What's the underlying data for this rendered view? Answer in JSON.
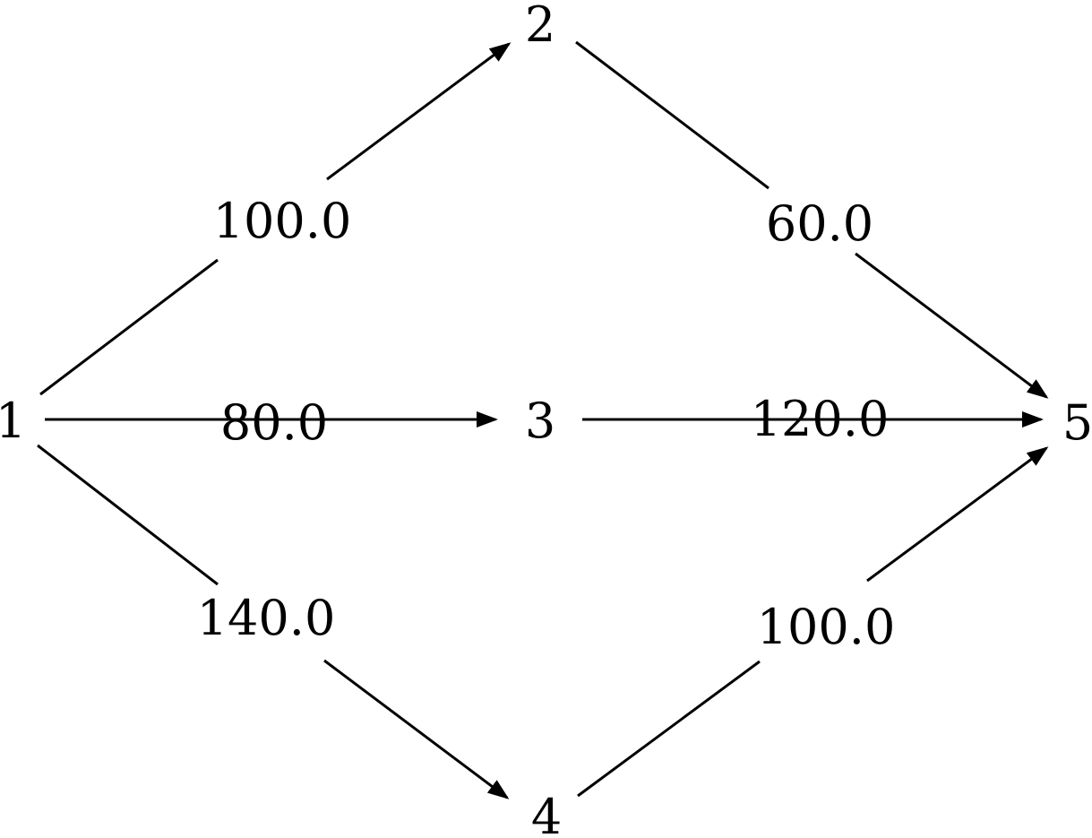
{
  "nodes": {
    "n1": "1",
    "n2": "2",
    "n3": "3",
    "n4": "4",
    "n5": "5"
  },
  "edges": {
    "e12": {
      "from": "1",
      "to": "2",
      "weight": "100.0"
    },
    "e25": {
      "from": "2",
      "to": "5",
      "weight": "60.0"
    },
    "e13": {
      "from": "1",
      "to": "3",
      "weight": "80.0"
    },
    "e35": {
      "from": "3",
      "to": "5",
      "weight": "120.0"
    },
    "e14": {
      "from": "1",
      "to": "4",
      "weight": "140.0"
    },
    "e45": {
      "from": "4",
      "to": "5",
      "weight": "100.0"
    }
  },
  "colors": {
    "stroke": "#000000",
    "background": "#ffffff"
  }
}
